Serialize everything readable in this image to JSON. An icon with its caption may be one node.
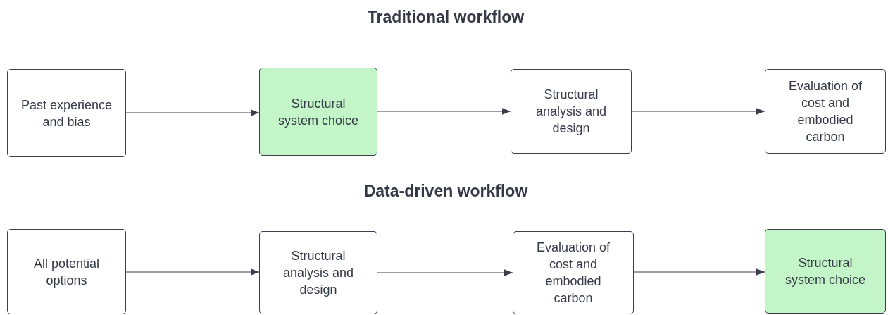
{
  "diagram": {
    "nodes": [
      {
        "text": [
          "Past experience and bias"
        ]
      },
      {
        "text": [
          "Structural system choice"
        ]
      },
      {
        "text": [
          "Structural analysis and design"
        ]
      },
      {
        "text": [
          "Evaluation of cost and embodied carbon"
        ]
      },
      {
        "text": [
          "All potential options"
        ]
      },
      {
        "text": [
          "Structural analysis and design"
        ]
      },
      {
        "text": [
          "Evaluation of cost and embodied carbon"
        ]
      },
      {
        "text": [
          "Structural system choice"
        ]
      }
    ],
    "edges": [
      {
        "from": 0,
        "to": 1,
        "arrow": "to"
      },
      {
        "from": 1,
        "to": 2,
        "arrow": "to"
      },
      {
        "from": 2,
        "to": 3,
        "arrow": "to"
      },
      {
        "from": 4,
        "to": 5,
        "arrow": "to"
      },
      {
        "from": 5,
        "to": 6,
        "arrow": "to"
      },
      {
        "from": 6,
        "to": 7,
        "arrow": "to"
      }
    ],
    "labels": [
      "Traditional workflow",
      "Data-driven workflow"
    ]
  }
}
